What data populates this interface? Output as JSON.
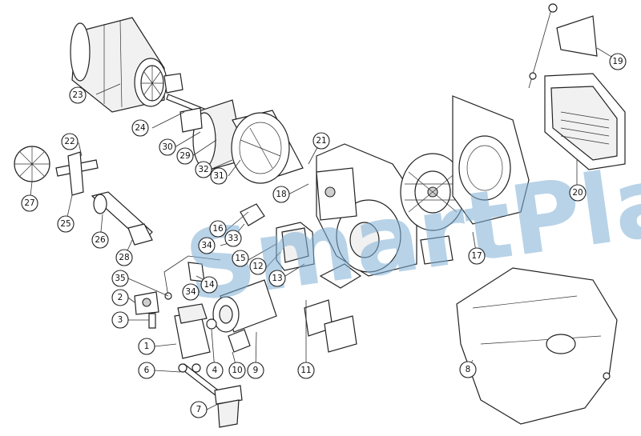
{
  "watermark": {
    "text": "SmartPlam",
    "color": "#7fb0d6"
  },
  "callouts": [
    {
      "id": "c1",
      "label": "1"
    },
    {
      "id": "c2",
      "label": "2"
    },
    {
      "id": "c3",
      "label": "3"
    },
    {
      "id": "c4",
      "label": "4"
    },
    {
      "id": "c6",
      "label": "6"
    },
    {
      "id": "c7",
      "label": "7"
    },
    {
      "id": "c8",
      "label": "8"
    },
    {
      "id": "c9",
      "label": "9"
    },
    {
      "id": "c10",
      "label": "10"
    },
    {
      "id": "c11",
      "label": "11"
    },
    {
      "id": "c12",
      "label": "12"
    },
    {
      "id": "c13",
      "label": "13"
    },
    {
      "id": "c14",
      "label": "14"
    },
    {
      "id": "c15",
      "label": "15"
    },
    {
      "id": "c16",
      "label": "16"
    },
    {
      "id": "c17",
      "label": "17"
    },
    {
      "id": "c18",
      "label": "18"
    },
    {
      "id": "c19",
      "label": "19"
    },
    {
      "id": "c20",
      "label": "20"
    },
    {
      "id": "c21",
      "label": "21"
    },
    {
      "id": "c22",
      "label": "22"
    },
    {
      "id": "c23",
      "label": "23"
    },
    {
      "id": "c24",
      "label": "24"
    },
    {
      "id": "c25",
      "label": "25"
    },
    {
      "id": "c26",
      "label": "26"
    },
    {
      "id": "c27",
      "label": "27"
    },
    {
      "id": "c28",
      "label": "28"
    },
    {
      "id": "c29",
      "label": "29"
    },
    {
      "id": "c30",
      "label": "30"
    },
    {
      "id": "c31",
      "label": "31"
    },
    {
      "id": "c32",
      "label": "32"
    },
    {
      "id": "c33",
      "label": "33"
    },
    {
      "id": "c34a",
      "label": "34"
    },
    {
      "id": "c34b",
      "label": "34"
    },
    {
      "id": "c35",
      "label": "35"
    }
  ]
}
